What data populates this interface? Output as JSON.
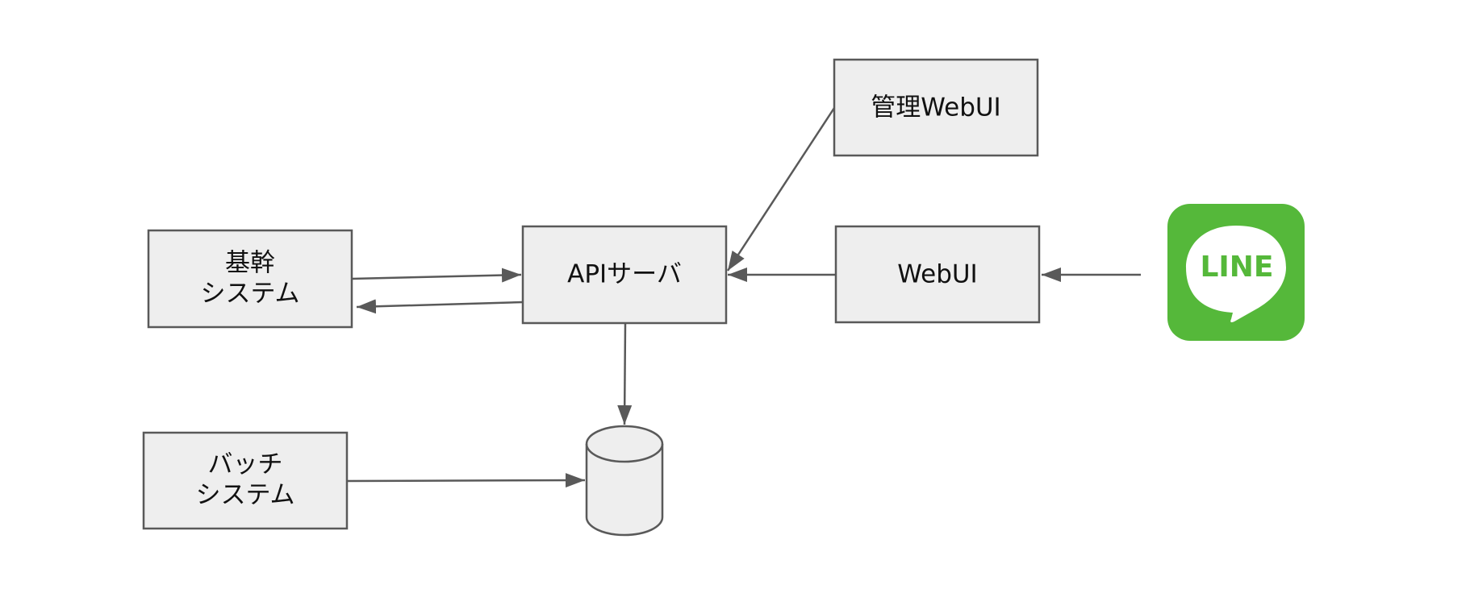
{
  "nodes": {
    "kikan": {
      "lines": [
        "基幹",
        "システム"
      ]
    },
    "api": {
      "lines": [
        "APIサーバ"
      ]
    },
    "kanri": {
      "lines": [
        "管理WebUI"
      ]
    },
    "webui": {
      "lines": [
        "WebUI"
      ]
    },
    "batch": {
      "lines": [
        "バッチ",
        "システム"
      ]
    }
  },
  "line_app": {
    "logo_text": "LINE",
    "color": "#55b83a"
  },
  "colors": {
    "box_fill": "#eeeeee",
    "stroke": "#595959"
  }
}
